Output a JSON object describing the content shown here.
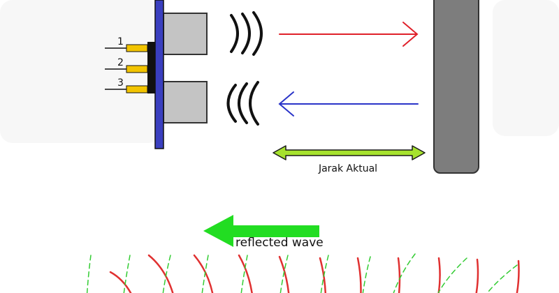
{
  "sensor": {
    "pins": [
      "1",
      "2",
      "3"
    ],
    "board_color": "#3a3fbf",
    "transducer_color": "#c4c4c4",
    "pin_color": "#f2c400"
  },
  "beams": {
    "outgoing_color": "#e0202a",
    "return_color": "#2a34c8"
  },
  "obstacle": {
    "color": "#7d7d7d"
  },
  "distance": {
    "label": "Jarak Aktual",
    "color": "#a6e22e"
  },
  "reflection": {
    "label": "reflected wave",
    "arrow_color": "#22dd22",
    "wave_color": "#e03030",
    "dashed_color": "#33cc33"
  }
}
